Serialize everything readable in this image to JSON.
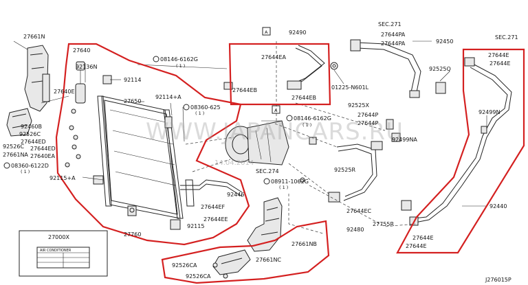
{
  "diagram_code": "J276015P",
  "labels": {
    "p27661N": "27661N",
    "p27640": "27640",
    "p92136N": "92136N",
    "p27640E": "27640E",
    "p92114": "92114",
    "p08146_6162G_a": "08146-6162G",
    "p08146_6162G_a_qty": "( 1 )",
    "p92114A": "92114+A",
    "p27650": "27650",
    "p08360_625": "08360-625",
    "p08360_625_qty": "( 1 )",
    "p92490": "92490",
    "p27644EA": "27644EA",
    "p27644EB": "27644EB",
    "p27644EB2": "27644EB",
    "p01225_N601L": "01225-N601L",
    "p92450": "92450",
    "sec271_a": "SEC.271",
    "p27644PA_a": "27644PA",
    "p27644PA_b": "27644PA",
    "sec271_b": "SEC.271",
    "p27644E_a": "27644E",
    "p27644E_b": "27644E",
    "p92525Q": "92525Q",
    "p92525X": "92525X",
    "p27644P_a": "27644P",
    "p27644P_b": "27644P",
    "p08146_6162G_b": "08146-6162G",
    "p08146_6162G_b_qty": "( 1 )",
    "p92499N": "92499N",
    "p92499NA": "92499NA",
    "p92460B": "92460B",
    "p92526C_a": "92526C",
    "p27644ED_a": "27644ED",
    "p27644ED_b": "27644ED",
    "p27661NA": "27661NA",
    "p92526C_b": "92526C",
    "p27640EA": "27640EA",
    "p08360_6122D": "08360-6122D",
    "p08360_6122D_qty": "( 1 )",
    "sec274": "SEC.274",
    "p92525R": "92525R",
    "p08911_1062G": "08911-1062G",
    "p08911_1062G_qty": "( 1 )",
    "p92115A": "92115+A",
    "p92446": "92446",
    "p27644EF": "27644EF",
    "p27644EE": "27644EE",
    "p27644EC": "27644EC",
    "p92440": "92440",
    "p27755R": "27755R",
    "p92480": "92480",
    "p27644E_c": "27644E",
    "p27644E_d": "27644E",
    "p27760": "27760",
    "p92115": "92115",
    "p27661NB": "27661NB",
    "p27661NC": "27661NC",
    "p92526CA_a": "92526CA",
    "p92526CA_b": "92526CA",
    "p27000X": "27000X",
    "label_plate_text": "AIR CONDITIONER",
    "ref_A_1": "A",
    "ref_A_2": "A"
  },
  "watermark": {
    "text": "WWW.JAPANCARS.RU",
    "date": "14.04.2014"
  },
  "colors": {
    "highlight": "#d42020",
    "line": "#222222",
    "background": "#ffffff"
  }
}
